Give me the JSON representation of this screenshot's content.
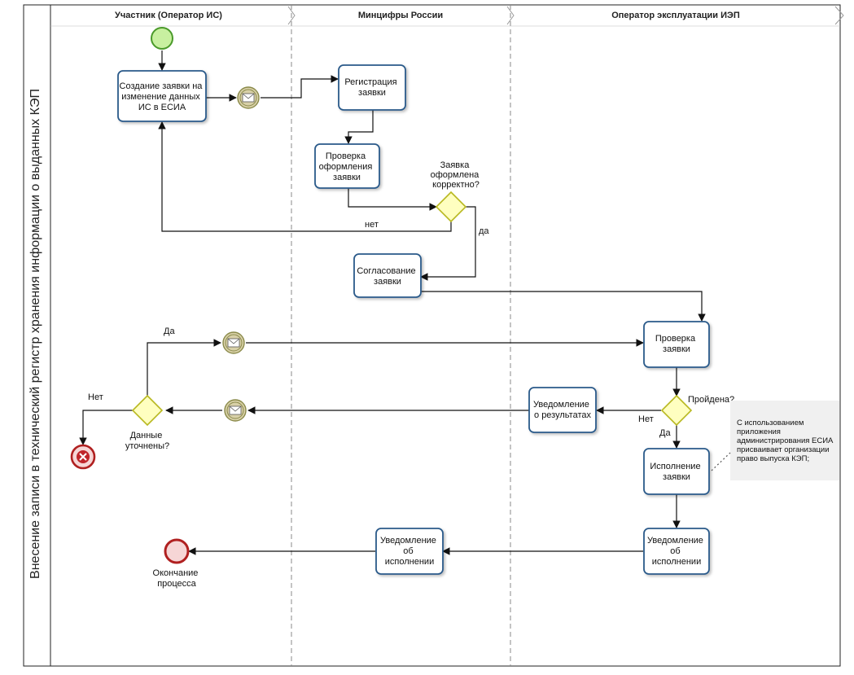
{
  "pool": {
    "title": "Внесение записи в технический регистр хранения информации о выданных КЭП"
  },
  "lanes": [
    {
      "title": "Участник (Оператор ИС)"
    },
    {
      "title": "Минцифры России"
    },
    {
      "title": "Оператор эксплуатации ИЭП"
    }
  ],
  "tasks": {
    "create_request": [
      "Создание заявки на",
      "изменение данных",
      "ИС в ЕСИА"
    ],
    "registration": [
      "Регистрация",
      "заявки"
    ],
    "check_format": [
      "Проверка",
      "оформления",
      "заявки"
    ],
    "approval": [
      "Согласование",
      "заявки"
    ],
    "check_request": [
      "Проверка",
      "заявки"
    ],
    "results_notice": [
      "Уведомление",
      "о результатах"
    ],
    "execution": [
      "Исполнение",
      "заявки"
    ],
    "exec_notice_operator": [
      "Уведомление",
      "об",
      "исполнении"
    ],
    "exec_notice_ministry": [
      "Уведомление",
      "об",
      "исполнении"
    ]
  },
  "gateways": {
    "correct": [
      "Заявка",
      "оформлена",
      "корректно?"
    ],
    "passed": [
      "Пройдена?"
    ],
    "clarified": [
      "Данные",
      "уточнены?"
    ]
  },
  "flow_labels": {
    "no_correct": "нет",
    "yes_correct": "да",
    "yes_clarified": "Да",
    "no_clarified": "Нет",
    "no_passed": "Нет",
    "yes_passed": "Да"
  },
  "end_event": {
    "label": [
      "Окончание",
      "процесса"
    ]
  },
  "annotation": [
    "С использованием",
    "приложения",
    "администрирования ЕСИА",
    "присваивает организации",
    "право выпуска КЭП;"
  ],
  "colors": {
    "task_border": "#2b5a8a",
    "task_fill": "#ffffff",
    "gateway_fill": "#ffffc0",
    "gateway_border": "#b8b820",
    "start_fill": "#c8f0a0",
    "start_border": "#4a9a2a",
    "end_fill": "#f6d6d6",
    "end_border": "#b02020",
    "message_fill": "#d8d0a8",
    "message_border": "#8a8a4a"
  }
}
